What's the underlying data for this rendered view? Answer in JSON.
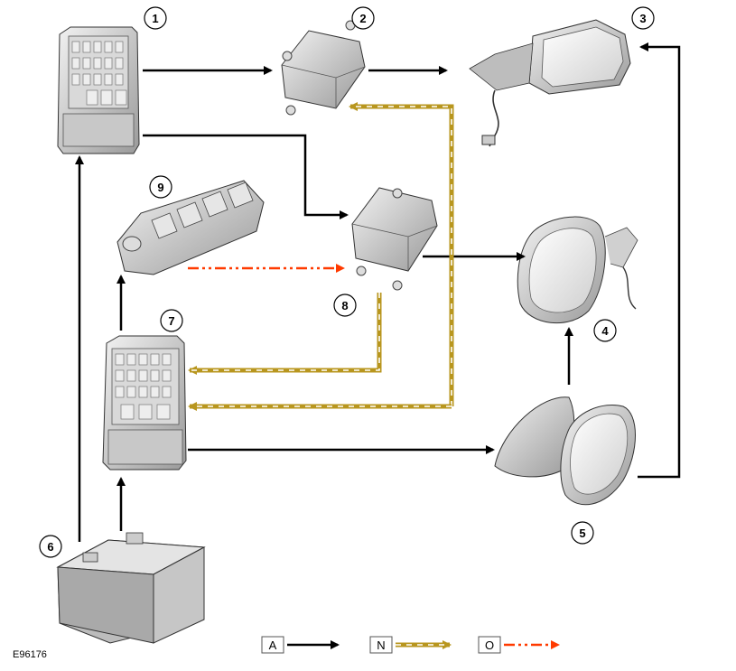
{
  "callouts": [
    "1",
    "2",
    "3",
    "4",
    "5",
    "6",
    "7",
    "8",
    "9"
  ],
  "legend": [
    {
      "code": "A",
      "line": "solid-black"
    },
    {
      "code": "N",
      "line": "dashed-gold"
    },
    {
      "code": "O",
      "line": "dash-dot-red"
    }
  ],
  "reference": "E96176",
  "colors": {
    "black_line": "#000000",
    "gold_line": "#b8961e",
    "red_line": "#ff3a00"
  },
  "components_icons": [
    "fuse-box-icon",
    "control-module-icon",
    "exterior-mirror-icon",
    "mirror-glass-icon",
    "interior-mirror-icon",
    "battery-icon",
    "fuse-box-icon",
    "control-module-icon",
    "window-switch-pack-icon"
  ]
}
